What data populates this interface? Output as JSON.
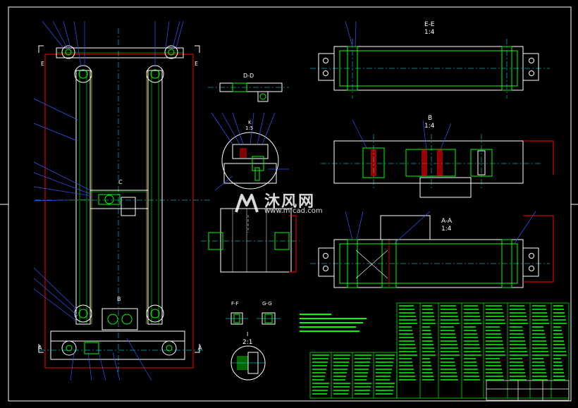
{
  "drawing": {
    "sections": {
      "ee_title": "E-E",
      "ee_scale": "1:4",
      "dd_title": "D-D",
      "b_title": "B",
      "b_scale": "1:4",
      "aa_title": "A-A",
      "aa_scale": "1:4",
      "k_title": "K",
      "k_scale": "1:5",
      "ff_title": "F-F",
      "gg_title": "G-G",
      "i_title": "I",
      "i_scale": "2:1"
    },
    "marks": {
      "e_left": "E",
      "e_right": "E",
      "a_left": "A",
      "a_right": "A",
      "c_mark": "C",
      "b_mark": "B"
    }
  },
  "watermark": {
    "brand_cn": "沐风网",
    "url": "www.mfcad.com"
  },
  "colors": {
    "border": "#ffffff",
    "outline": "#ffffff",
    "green": "#00ff00",
    "red": "#ff0000",
    "cyan": "#00ffff",
    "blue": "#0000ff",
    "magenta": "#ff00ff",
    "yellow": "#ffff00"
  }
}
